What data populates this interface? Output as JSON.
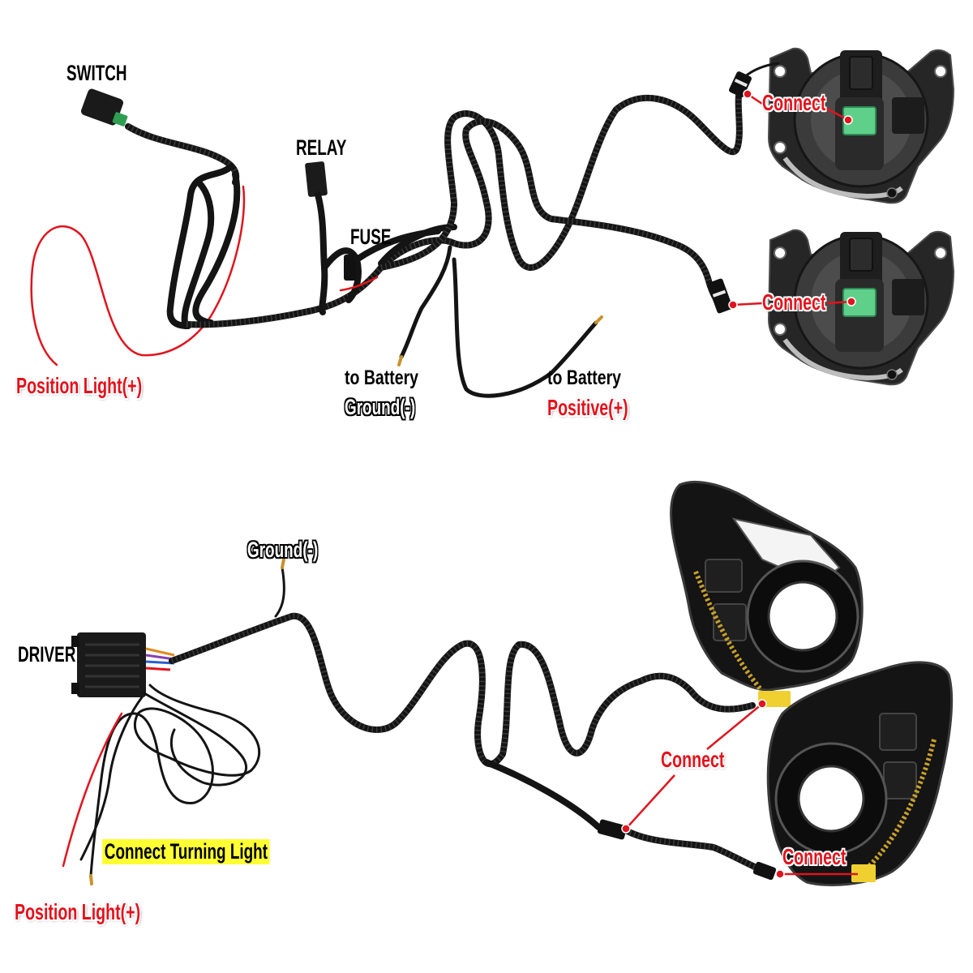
{
  "top": {
    "switch_label": "SWITCH",
    "relay_label": "RELAY",
    "fuse_label": "FUSE",
    "connect_upper": "Connect",
    "connect_lower": "Connect",
    "position_light": "Position Light(+)",
    "battery_ground": {
      "line1": "to Battery",
      "line2": "Ground(-)"
    },
    "battery_positive": {
      "line1": "to Battery",
      "line2": "Positive(+)"
    }
  },
  "bottom": {
    "ground_label": "Ground(-)",
    "driver_label": "DRIVER",
    "connect_middle": "Connect",
    "connect_right": "Connect",
    "turning_light": "Connect Turning Light",
    "position_light": "Position Light(+)"
  },
  "colors": {
    "wire": "#141414",
    "red_wire": "#e0141e",
    "label_red": "#e3111b",
    "highlight_yellow": "#ffff33",
    "chip_green": "#5fd08a",
    "connector_yellow": "#f0d030"
  }
}
